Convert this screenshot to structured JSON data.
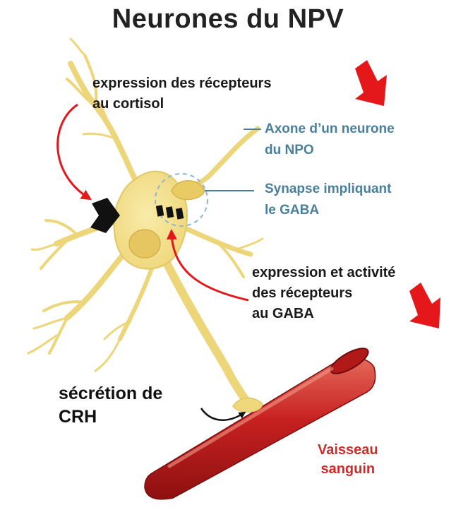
{
  "title": "Neurones du NPV",
  "labels": {
    "cortisol_receptors": [
      "expression des récepteurs",
      "au cortisol"
    ],
    "axon": [
      "Axone d’un neurone",
      "du NPO"
    ],
    "synapse": [
      "Synapse impliquant",
      "le GABA"
    ],
    "gaba_receptors": [
      "expression et activité",
      "des récepteurs",
      "au GABA"
    ],
    "crh_secretion": [
      "sécrétion de",
      "CRH"
    ],
    "vessel": [
      "Vaisseau",
      "sanguin"
    ]
  },
  "indicators": {
    "cortisol_receptor_expression": "decrease",
    "gaba_receptor_expression": "decrease"
  },
  "colors": {
    "neuron": "#f2e18c",
    "neuron_outline": "#e2c766",
    "nucleus": "#e6c660",
    "vessel": "#c62020",
    "arrow_red": "#e4171b",
    "blue_text": "#4a7f9b",
    "receptor": "#111111"
  }
}
